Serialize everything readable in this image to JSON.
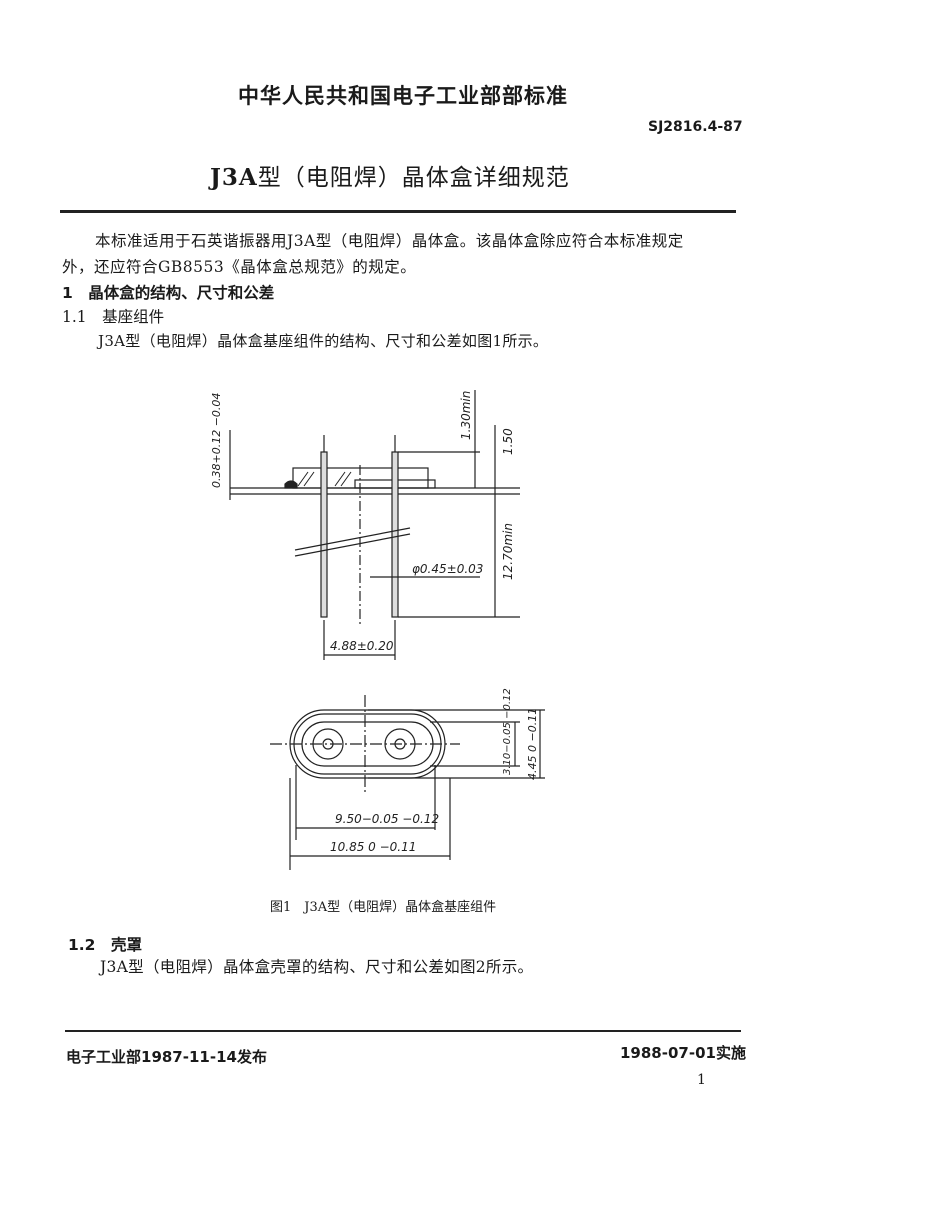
{
  "header": {
    "organization": "中华人民共和国电子工业部部标准",
    "standard_code": "SJ2816.4-87",
    "title_prefix": "J3A",
    "title_rest": "型（电阻焊）晶体盒详细规范"
  },
  "body": {
    "intro_line1": "本标准适用于石英谐振器用J3A型（电阻焊）晶体盒。该晶体盒除应符合本标准规定",
    "intro_line2": "外，还应符合GB8553《晶体盒总规范》的规定。",
    "section1_heading": "1　晶体盒的结构、尺寸和公差",
    "section1_1_heading": "1.1　基座组件",
    "section1_1_text": "J3A型（电阻焊）晶体盒基座组件的结构、尺寸和公差如图1所示。",
    "section1_2_heading": "1.2　壳罩",
    "section1_2_text": "J3A型（电阻焊）晶体盒壳罩的结构、尺寸和公差如图2所示。"
  },
  "figure1": {
    "caption": "图1　J3A型（电阻焊）晶体盒基座组件",
    "dimensions": {
      "flange_thickness": "0.38+0.12 −0.04",
      "pin_height_min": "1.30min",
      "total_height": "1.50",
      "lead_length_min": "12.70min",
      "lead_diameter": "φ0.45±0.03",
      "pin_spacing": "4.88±0.20",
      "inner_width": "3.10−0.05 −0.12",
      "outer_width": "4.45 0 −0.11",
      "inner_length": "9.50−0.05 −0.12",
      "outer_length": "10.85 0 −0.11"
    }
  },
  "footer": {
    "published": "电子工业部1987-11-14发布",
    "implemented": "1988-07-01实施",
    "page_number": "1"
  }
}
